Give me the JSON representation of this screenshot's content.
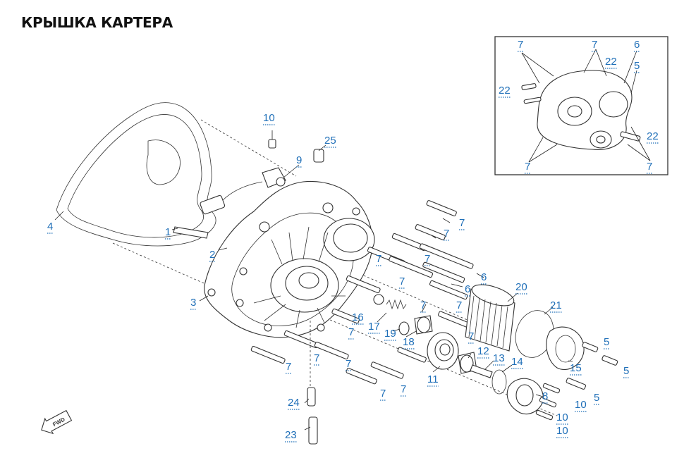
{
  "title": "КРЫШКА КАРТЕРА",
  "callouts": [
    {
      "id": "4",
      "text": "4"
    },
    {
      "id": "1",
      "text": "1"
    },
    {
      "id": "2",
      "text": "2"
    },
    {
      "id": "3",
      "text": "3"
    },
    {
      "id": "10a",
      "text": "10"
    },
    {
      "id": "9",
      "text": "9"
    },
    {
      "id": "25",
      "text": "25"
    },
    {
      "id": "7a",
      "text": "7"
    },
    {
      "id": "7b",
      "text": "7"
    },
    {
      "id": "7c",
      "text": "7"
    },
    {
      "id": "7d",
      "text": "7"
    },
    {
      "id": "7e",
      "text": "7"
    },
    {
      "id": "6a",
      "text": "6"
    },
    {
      "id": "6b",
      "text": "6"
    },
    {
      "id": "7f",
      "text": "7"
    },
    {
      "id": "7g",
      "text": "7"
    },
    {
      "id": "7h",
      "text": "7"
    },
    {
      "id": "16",
      "text": "16"
    },
    {
      "id": "17",
      "text": "17"
    },
    {
      "id": "19",
      "text": "19"
    },
    {
      "id": "18",
      "text": "18"
    },
    {
      "id": "20",
      "text": "20"
    },
    {
      "id": "21",
      "text": "21"
    },
    {
      "id": "12",
      "text": "12"
    },
    {
      "id": "13",
      "text": "13"
    },
    {
      "id": "14",
      "text": "14"
    },
    {
      "id": "11",
      "text": "11"
    },
    {
      "id": "15",
      "text": "15"
    },
    {
      "id": "5a",
      "text": "5"
    },
    {
      "id": "5b",
      "text": "5"
    },
    {
      "id": "5c",
      "text": "5"
    },
    {
      "id": "8",
      "text": "8"
    },
    {
      "id": "10b",
      "text": "10"
    },
    {
      "id": "10c",
      "text": "10"
    },
    {
      "id": "10d",
      "text": "10"
    },
    {
      "id": "7i",
      "text": "7"
    },
    {
      "id": "7j",
      "text": "7"
    },
    {
      "id": "7k",
      "text": "7"
    },
    {
      "id": "7l",
      "text": "7"
    },
    {
      "id": "7m",
      "text": "7"
    },
    {
      "id": "24",
      "text": "24"
    },
    {
      "id": "23",
      "text": "23"
    }
  ],
  "inset": {
    "callouts": [
      {
        "id": "i7a",
        "text": "7"
      },
      {
        "id": "i7b",
        "text": "7"
      },
      {
        "id": "i6",
        "text": "6"
      },
      {
        "id": "i22a",
        "text": "22"
      },
      {
        "id": "i5",
        "text": "5"
      },
      {
        "id": "i22b",
        "text": "22"
      },
      {
        "id": "i22c",
        "text": "22"
      },
      {
        "id": "i7c",
        "text": "7"
      },
      {
        "id": "i7d",
        "text": "7"
      }
    ]
  },
  "fwd_badge": "FWD",
  "colors": {
    "callout": "#1f6fb8",
    "line": "#333333",
    "title": "#111111"
  }
}
